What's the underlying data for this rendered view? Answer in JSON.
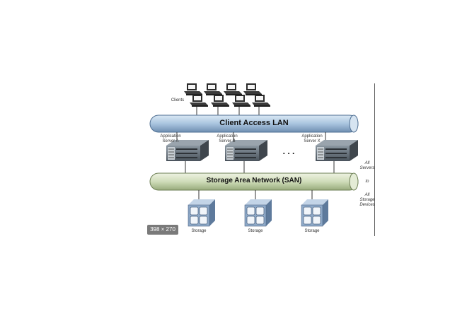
{
  "labels": {
    "clients": "Clients",
    "client_lan": "Client Access LAN",
    "san": "Storage Area Network (SAN)",
    "server_a": [
      "Application",
      "Server A"
    ],
    "server_b": [
      "Application",
      "Server B"
    ],
    "server_x": [
      "Application",
      "Server X"
    ],
    "dots": ". . .",
    "storage": "Storage",
    "side_top": [
      "All",
      "Servers"
    ],
    "side_mid": "to",
    "side_bot": [
      "All",
      "Storage",
      "Devices"
    ],
    "badge": "398 × 270"
  },
  "colors": {
    "lan_pipe": "#a9c4df",
    "san_pipe": "#cfdcb9",
    "server_body": "#5d6872",
    "storage_body": "#8ea9c8"
  }
}
